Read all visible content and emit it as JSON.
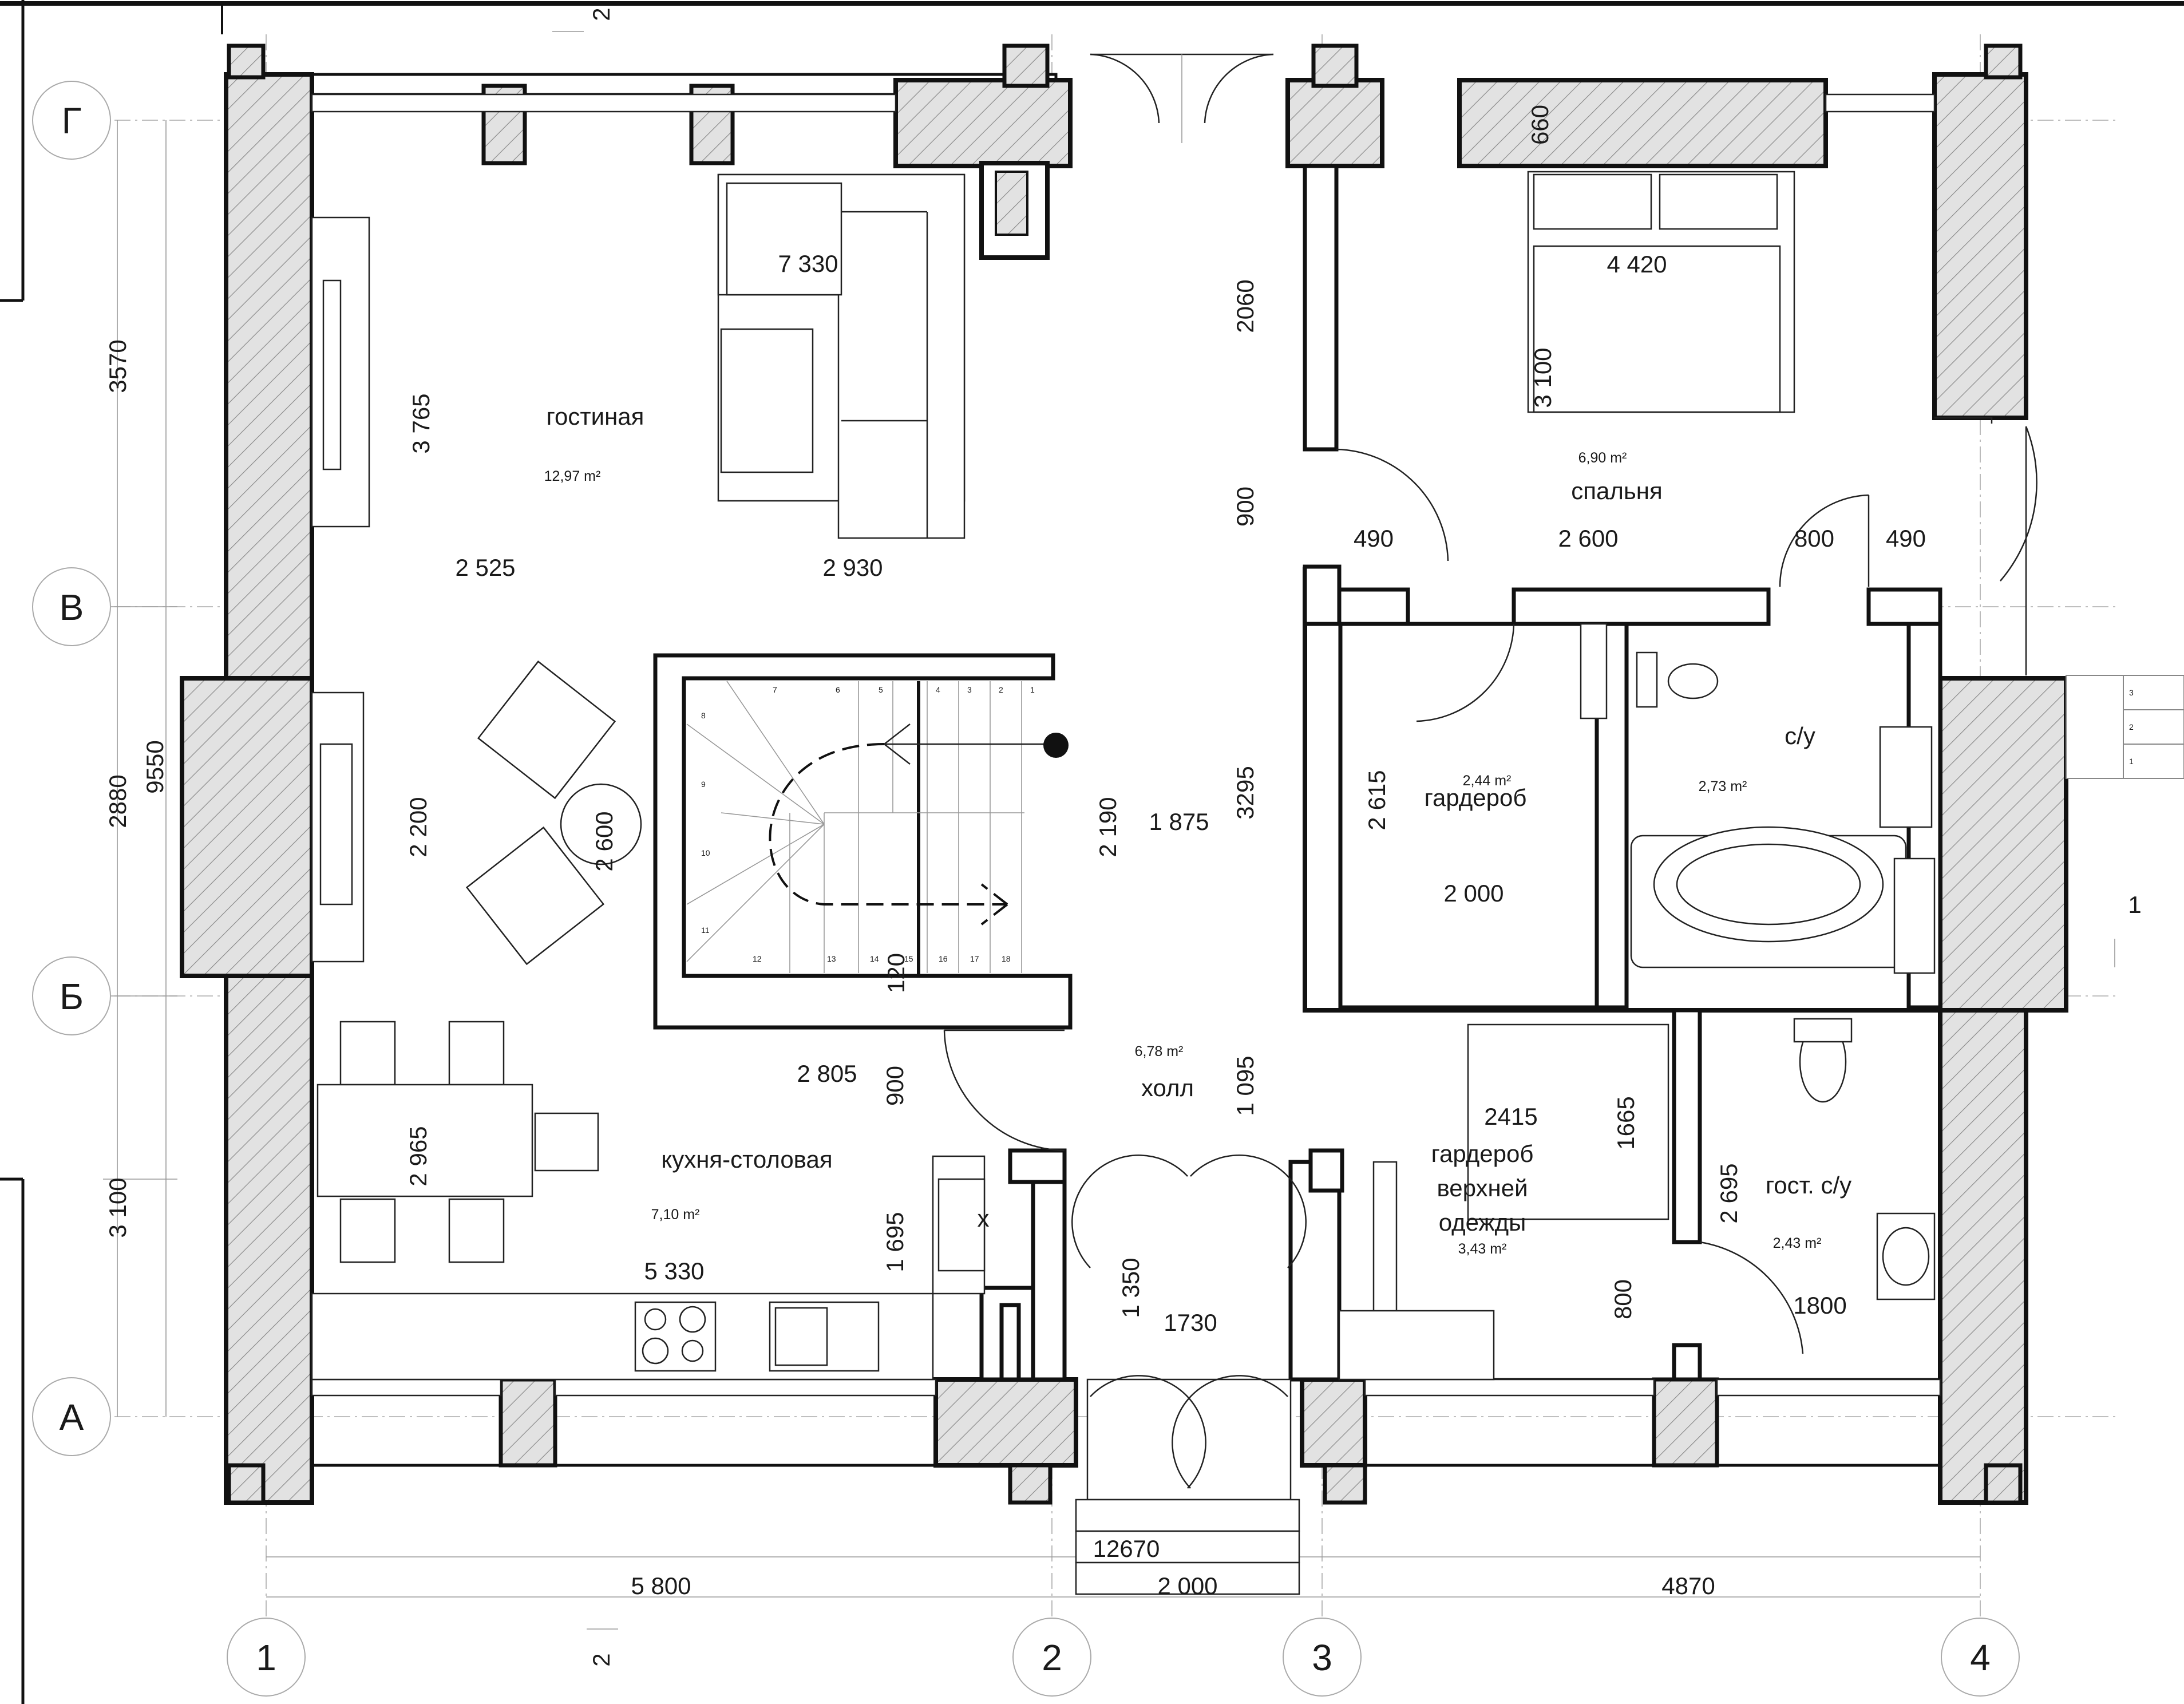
{
  "axes": {
    "columns": [
      "1",
      "2",
      "3",
      "4"
    ],
    "rows": [
      "Г",
      "В",
      "Б",
      "А"
    ]
  },
  "rooms": [
    {
      "name": "гостиная",
      "area": "12,97 m²"
    },
    {
      "name": "спальня",
      "area": "6,90 m²"
    },
    {
      "name": "гардероб",
      "area": "2,44 m²"
    },
    {
      "name": "с/у",
      "area": "2,73 m²"
    },
    {
      "name": "холл",
      "area": "6,78 m²"
    },
    {
      "name": "кухня-столовая",
      "area": "7,10 m²"
    },
    {
      "name_lines": [
        "гардероб",
        "верхней",
        "одежды"
      ],
      "area": "3,43 m²"
    },
    {
      "name": "гост. с/у",
      "area": "2,43 m²"
    }
  ],
  "dimensions": {
    "living_len": "7 330",
    "living_h": "3 765",
    "living_w1": "2 525",
    "living_w2": "2 930",
    "bedroom_w": "4 420",
    "bedroom_h": "3 100",
    "hall_top": "2060",
    "hall_door": "900",
    "wall_a": "490",
    "bath_w": "2 600",
    "door_b": "800",
    "wall_b": "490",
    "stair_h": "2 190",
    "hall_w": "1 875",
    "hall_mid": "3295",
    "wardrobe_h": "2 615",
    "wardrobe_w": "2 000",
    "lounge_h": "2 200",
    "circle": "2 600",
    "stair_gap": "120",
    "kitchen_w": "2 805",
    "kitchen_door": "900",
    "hall_low": "1 095",
    "outer_wr_w": "2415",
    "outer_wr_h": "1665",
    "dining_h": "2 965",
    "kitchen_h": "1 695",
    "kitchen_len": "5 330",
    "guest_h": "2 695",
    "entry_h": "1 350",
    "entry_w": "1730",
    "door_c": "800",
    "guest_w": "1800",
    "porch": "12670",
    "bottom_left": "5 800",
    "bottom_mid": "2 000",
    "bottom_right": "4870",
    "left_top": "3570",
    "left_mid": "2880",
    "left_total": "9550",
    "left_low": "3 100",
    "top_wall": "660"
  },
  "section_marks": {
    "top": "2",
    "bottom": "2",
    "right": "1"
  },
  "stairs": {
    "steps": [
      "1",
      "2",
      "3",
      "4",
      "5",
      "6",
      "7",
      "8",
      "9",
      "10",
      "11",
      "12",
      "13",
      "14",
      "15",
      "16",
      "17",
      "18"
    ]
  },
  "stove_mark": "x",
  "legend": [
    "3",
    "2",
    "1"
  ]
}
